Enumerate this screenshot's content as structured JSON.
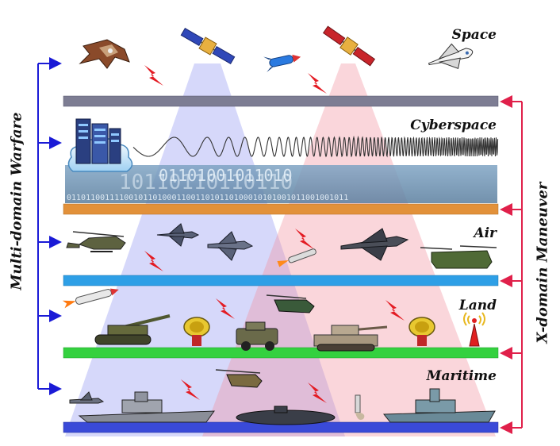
{
  "diagram": {
    "left_axis_label": "Multi-domain Warfare",
    "right_axis_label": "X-domain Maneuver",
    "domains": [
      {
        "label": "Space",
        "color": "#7d7d93"
      },
      {
        "label": "Cyberspace",
        "color": "#e2913a"
      },
      {
        "label": "Air",
        "color": "#2e9fe6"
      },
      {
        "label": "Land",
        "color": "#34d13f"
      },
      {
        "label": "Maritime",
        "color": "#3a4ad8"
      }
    ],
    "binary_text": {
      "row1": "01101001011010",
      "row2": "10110110110110",
      "row3": "01101100111100101101000110011010110100010101001011001001011"
    },
    "colors": {
      "blue_beam": "#7f86f0",
      "red_beam": "#f08c9c",
      "left_arrow": "#1a1ad6",
      "right_arrow": "#e0204a"
    }
  }
}
